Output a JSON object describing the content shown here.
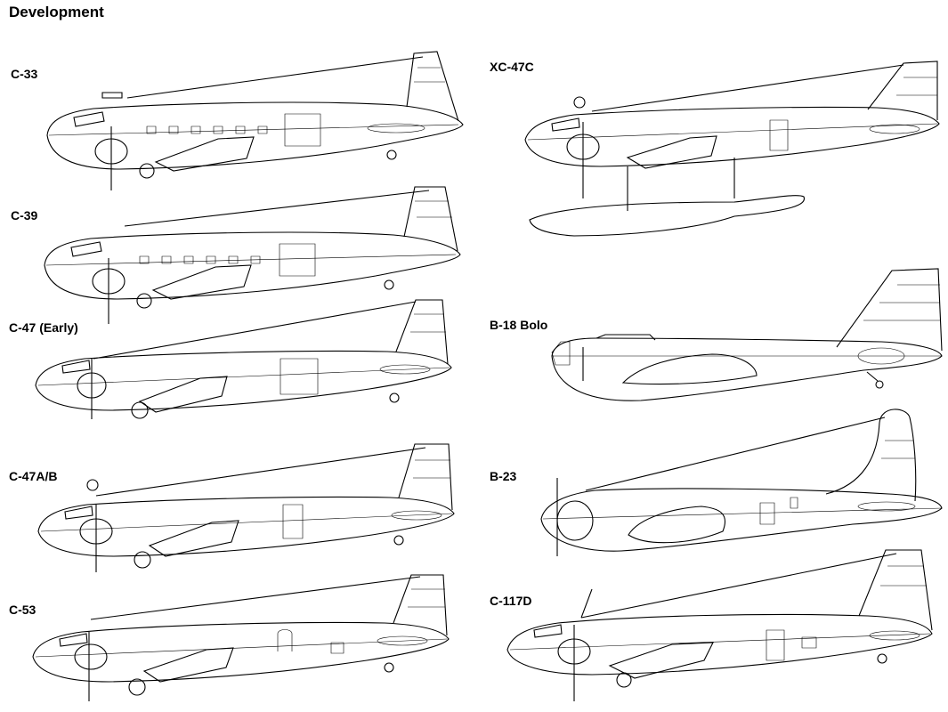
{
  "title": "Development",
  "aircraft": [
    {
      "id": "c33",
      "label": "C-33"
    },
    {
      "id": "c39",
      "label": "C-39"
    },
    {
      "id": "c47early",
      "label": "C-47 (Early)"
    },
    {
      "id": "c47ab",
      "label": "C-47A/B"
    },
    {
      "id": "c53",
      "label": "C-53"
    },
    {
      "id": "xc47c",
      "label": "XC-47C"
    },
    {
      "id": "b18",
      "label": "B-18 Bolo"
    },
    {
      "id": "b23",
      "label": "B-23"
    },
    {
      "id": "c117d",
      "label": "C-117D"
    }
  ]
}
